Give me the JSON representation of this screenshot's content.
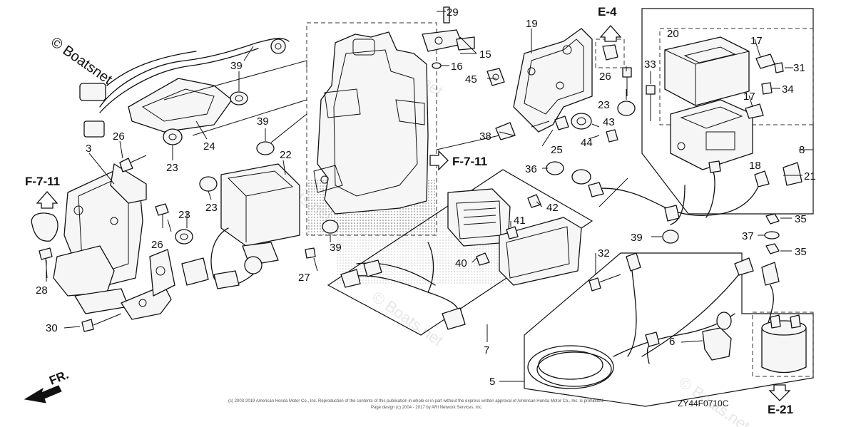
{
  "watermark": {
    "main": "© Boatsnet",
    "faint": "© Boats.net"
  },
  "diagram_code": "ZY44F0710C",
  "copyright": "(c) 2003-2019 American Honda Motor Co., Inc. Reproduction of the contents of this publication in whole or in part without the express written approval of American Honda Motor Co., Inc. is prohibited.",
  "page_design": "Page design (c) 2004 - 2017 by ARI Network Services, Inc.",
  "direction": {
    "label": "FR."
  },
  "refs": {
    "e4": "E-4",
    "e21": "E-21",
    "f711_left": "F-7-11",
    "f711_mid": "F-7-11"
  },
  "callouts": {
    "c29": "29",
    "c15": "15",
    "c16": "16",
    "c45": "45",
    "c19": "19",
    "c26a": "26",
    "c23a": "23",
    "c43": "43",
    "c44": "44",
    "c38": "38",
    "c25": "25",
    "c36": "36",
    "c20": "20",
    "c17a": "17",
    "c31": "31",
    "c33": "33",
    "c34": "34",
    "c17b": "17",
    "c18": "18",
    "c8": "8",
    "c21": "21",
    "c35a": "35",
    "c37": "37",
    "c35b": "35",
    "c39a": "39",
    "c39b": "39",
    "c39c": "39",
    "c39d": "39",
    "c24": "24",
    "c26b": "26",
    "c23b": "23",
    "c3": "3",
    "c22": "22",
    "c23c": "23",
    "c23d": "23",
    "c26c": "26",
    "c28": "28",
    "c30": "30",
    "c27": "27",
    "c42": "42",
    "c41": "41",
    "c40": "40",
    "c7": "7",
    "c32": "32",
    "c6": "6",
    "c5": "5"
  }
}
